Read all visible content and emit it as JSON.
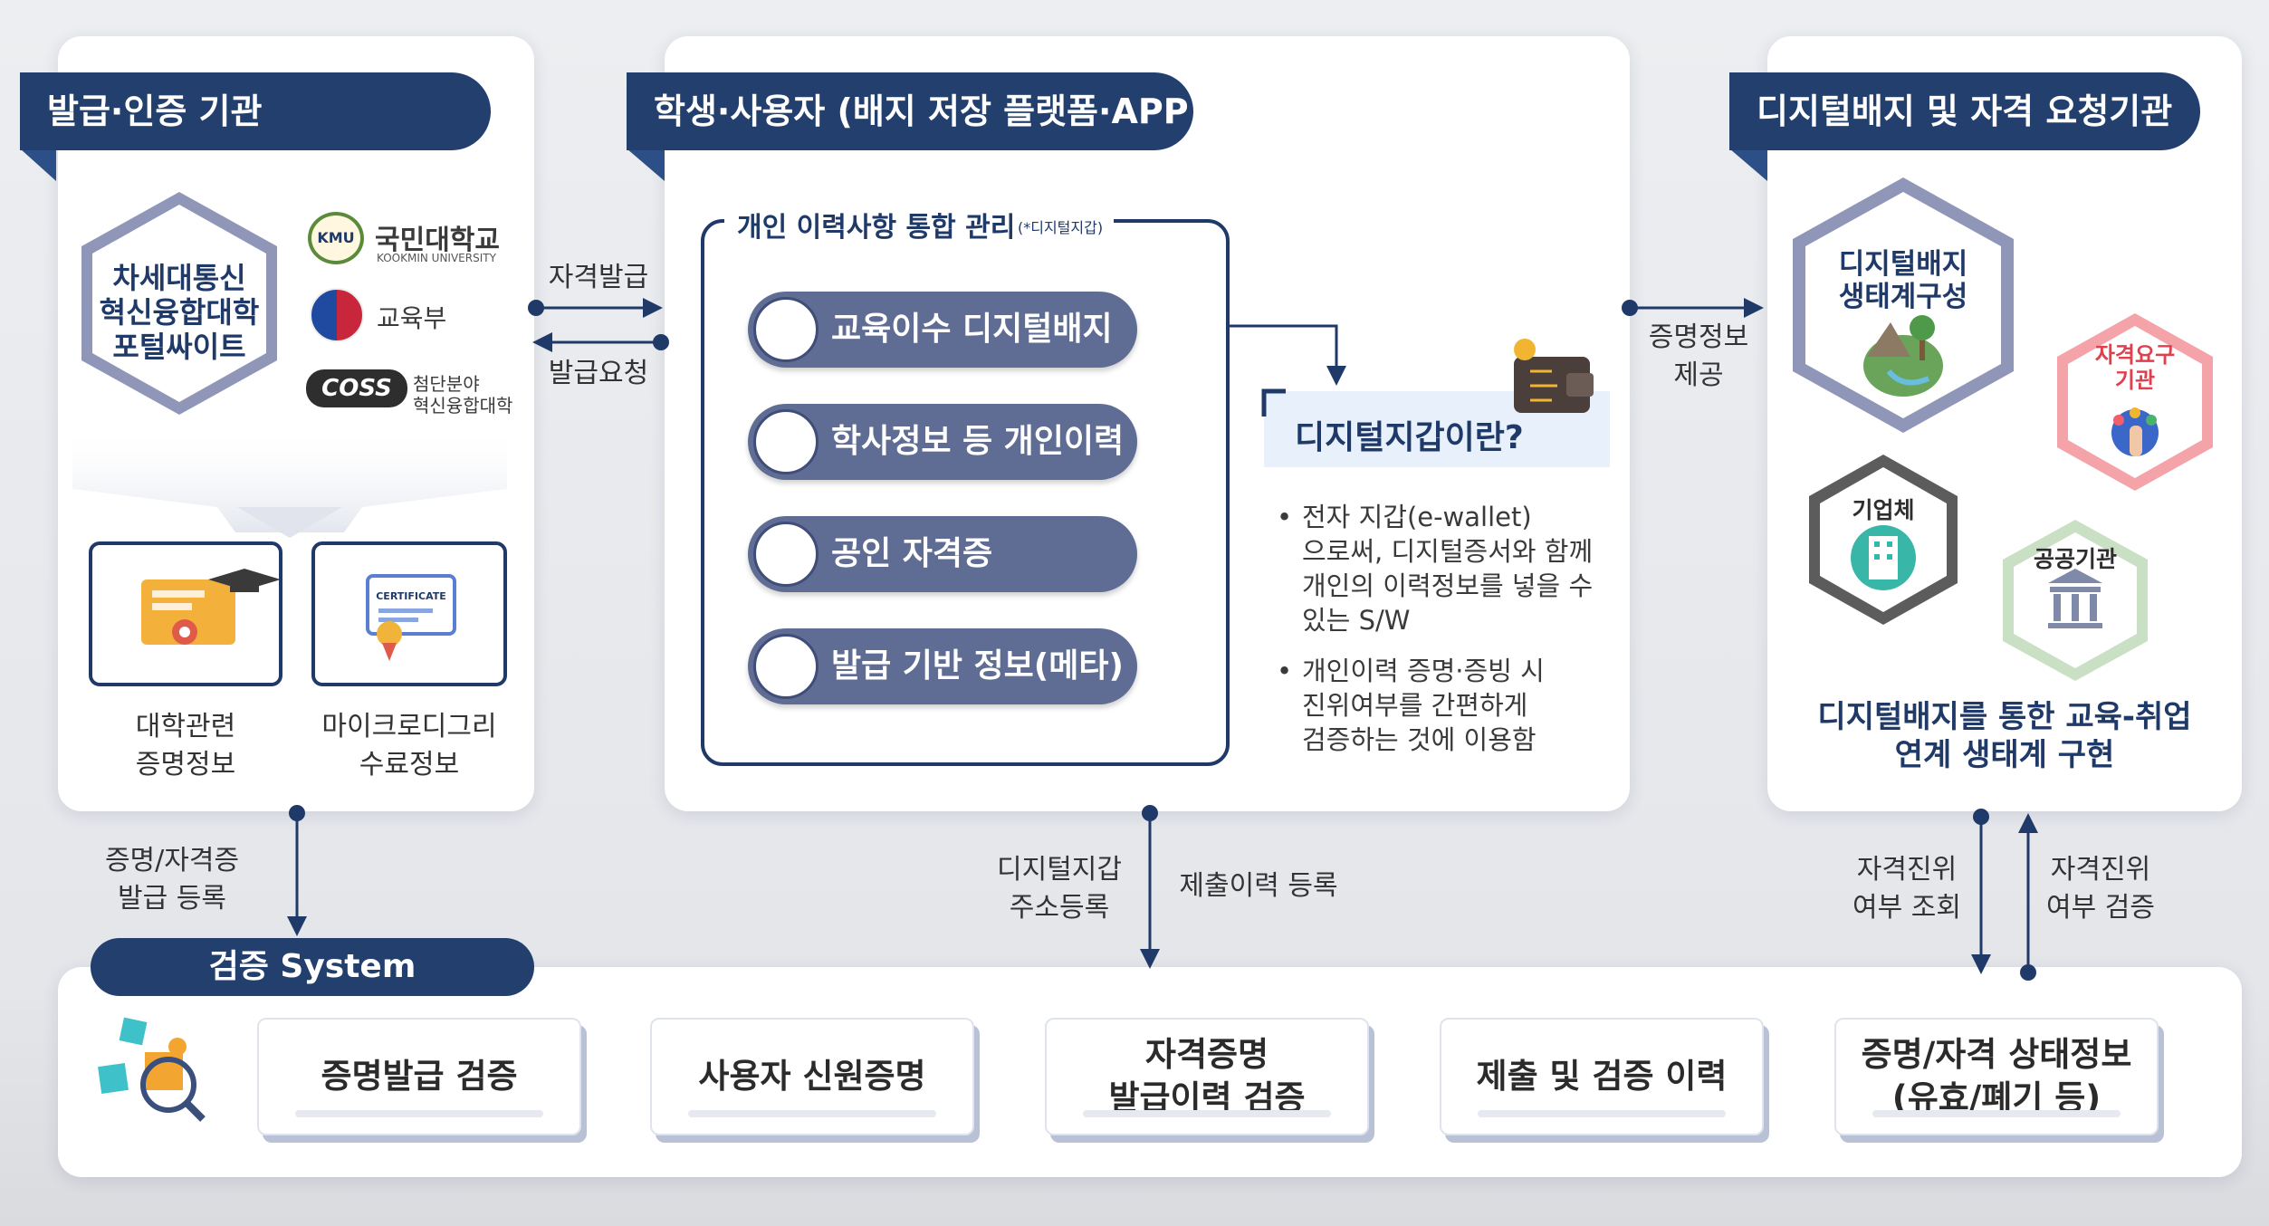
{
  "panels": {
    "issuer": {
      "title": "발급·인증 기관",
      "portal": [
        "차세대통신",
        "혁신융합대학",
        "포털싸이트"
      ],
      "logos": {
        "kmu_mark": "KMU",
        "kmu_name": "국민대학교",
        "kmu_en": "KOOKMIN UNIVERSITY",
        "moe": "교육부",
        "coss_mark": "COSS",
        "coss_name": [
          "첨단분야",
          "혁신융합대학"
        ]
      },
      "cards": [
        {
          "caption": [
            "대학관련",
            "증명정보"
          ]
        },
        {
          "caption": [
            "마이크로디그리",
            "수료정보"
          ],
          "badge_text": "CERTIFICATE"
        }
      ]
    },
    "student": {
      "title": "학생·사용자 (배지 저장 플랫폼·APP)",
      "box_title": "개인 이력사항 통합 관리",
      "box_note": "(*디지털지갑)",
      "items": [
        "교육이수 디지털배지",
        "학사정보 등 개인이력",
        "공인 자격증",
        "발급 기반 정보(메타)"
      ],
      "wallet": {
        "title": "디지털지갑이란?",
        "bullets": [
          [
            "전자 지갑(e-wallet)",
            "으로써, 디지털증서와 함께",
            "개인의 이력정보를 넣을 수",
            "있는 S/W"
          ],
          [
            "개인이력 증명·증빙 시",
            "진위여부를 간편하게",
            "검증하는 것에 이용함"
          ]
        ]
      }
    },
    "requester": {
      "title": "디지털배지 및 자격 요청기관",
      "hex_main": [
        "디지털배지",
        "생태계구성"
      ],
      "hex_req": [
        "자격요구",
        "기관"
      ],
      "hex_company": "기업체",
      "hex_public": "공공기관",
      "summary": [
        "디지털배지를 통한 교육-취업",
        "연계 생태계 구현"
      ]
    }
  },
  "arrows": {
    "issue": "자격발급",
    "request": "발급요청",
    "provide": [
      "증명정보",
      "제공"
    ],
    "register": [
      "증명/자격증",
      "발급 등록"
    ],
    "wallet_reg": [
      "디지털지갑",
      "주소등록"
    ],
    "submit_reg": "제출이력 등록",
    "lookup": [
      "자격진위",
      "여부 조회"
    ],
    "verify": [
      "자격진위",
      "여부 검증"
    ]
  },
  "verification": {
    "title": "검증 System",
    "items": [
      [
        "증명발급 검증"
      ],
      [
        "사용자 신원증명"
      ],
      [
        "자격증명",
        "발급이력 검증"
      ],
      [
        "제출 및 검증 이력"
      ],
      [
        "증명/자격 상태정보",
        "(유효/폐기 등)"
      ]
    ]
  },
  "colors": {
    "navy": "#223f6e",
    "pill": "#5f6c93",
    "hex_gray": "#8f96b8",
    "hex_pink": "#f4a3a8",
    "hex_green": "#c9e0c4",
    "hex_dark": "#5c5c5c"
  }
}
